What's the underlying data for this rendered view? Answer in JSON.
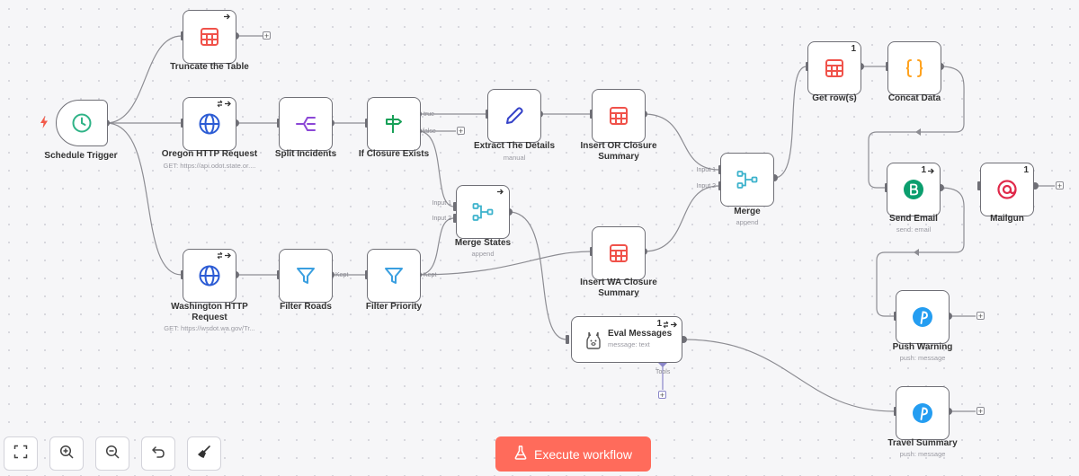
{
  "colors": {
    "canvas_bg": "#f6f6f8",
    "node_border": "#6f6f76",
    "connection": "#8d8d93",
    "execute_button": "#ff6b5b",
    "trigger_icon": "#2fb387",
    "http_icon": "#2b5bd4",
    "table_icon": "#f0524a",
    "split_icon": "#8b47d6",
    "if_icon": "#18a058",
    "filter_icon": "#3a9fe0",
    "merge_icon": "#3cb2cc",
    "edit_icon": "#3542c8",
    "code_icon": "#ffa21e",
    "brevo_icon": "#0b9e6e",
    "mailgun_icon": "#e0294a",
    "pushover_icon": "#249df1",
    "ai_tool_link": "#8a86c9"
  },
  "nodes": {
    "schedule": {
      "label": "Schedule Trigger",
      "icon": "clock-icon"
    },
    "truncate": {
      "label": "Truncate the Table",
      "icon": "table-icon"
    },
    "oregon": {
      "label": "Oregon HTTP Request",
      "sub": "GET: https://api.odot.state.or....",
      "icon": "globe-icon"
    },
    "split": {
      "label": "Split Incidents",
      "icon": "split-icon"
    },
    "ifclosure": {
      "label": "If Closure Exists",
      "icon": "signpost-icon",
      "true_label": "true",
      "false_label": "false"
    },
    "extract": {
      "label": "Extract The Details",
      "sub": "manual",
      "icon": "pencil-icon"
    },
    "insert_or": {
      "label": "Insert OR Closure Summary",
      "icon": "table-icon"
    },
    "mergestates": {
      "label": "Merge States",
      "sub": "append",
      "icon": "merge-icon",
      "input1": "Input 1",
      "input2": "Input 2"
    },
    "washington": {
      "label": "Washington HTTP Request",
      "sub": "GET: https://wsdot.wa.gov/Tr...",
      "icon": "globe-icon"
    },
    "filterroads": {
      "label": "Filter Roads",
      "icon": "filter-icon",
      "output": "Kept"
    },
    "filterpriority": {
      "label": "Filter Priority",
      "icon": "filter-icon",
      "output": "Kept"
    },
    "insert_wa": {
      "label": "Insert WA Closure Summary",
      "icon": "table-icon"
    },
    "merge": {
      "label": "Merge",
      "sub": "append",
      "icon": "merge-icon",
      "input1": "Input 1",
      "input2": "Input 2"
    },
    "getrows": {
      "label": "Get row(s)",
      "icon": "table-icon",
      "badge": "1"
    },
    "concat": {
      "label": "Concat Data",
      "icon": "code-braces-icon"
    },
    "sendemail": {
      "label": "Send Email",
      "sub": "send: email",
      "icon": "brevo-icon",
      "badge": "1"
    },
    "mailgun": {
      "label": "Mailgun",
      "icon": "mailgun-icon",
      "badge": "1"
    },
    "pushwarning": {
      "label": "Push Warning",
      "sub": "push: message",
      "icon": "pushover-icon"
    },
    "travelsummary": {
      "label": "Travel Summary",
      "sub": "push: message",
      "icon": "pushover-icon"
    },
    "eval": {
      "label": "Eval Messages",
      "sub": "message: text",
      "icon": "llama-icon",
      "badge": "1",
      "tools_label": "Tools"
    }
  },
  "toolbar": {
    "fit_view": "fit-view-icon",
    "zoom_in": "zoom-in-icon",
    "zoom_out": "zoom-out-icon",
    "undo": "undo-icon",
    "tidy": "broom-icon",
    "execute_label": "Execute workflow"
  }
}
